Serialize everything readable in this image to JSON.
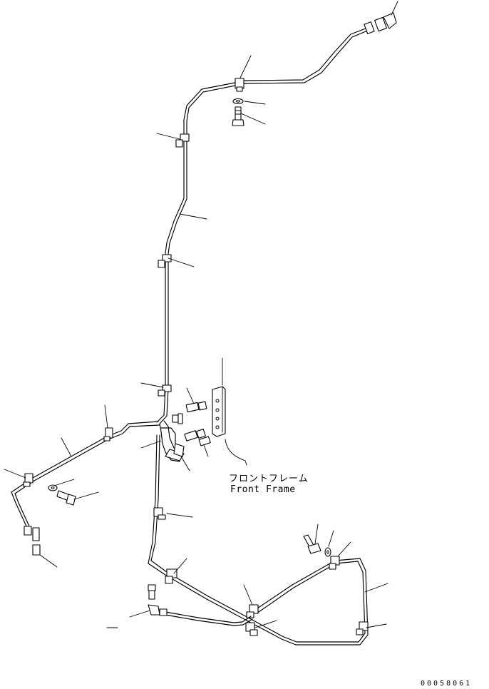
{
  "annotation": {
    "jp": "フロントフレーム",
    "en": "Front Frame"
  },
  "document_number": "00058061",
  "colors": {
    "ink": "#000000",
    "paper": "#ffffff"
  }
}
